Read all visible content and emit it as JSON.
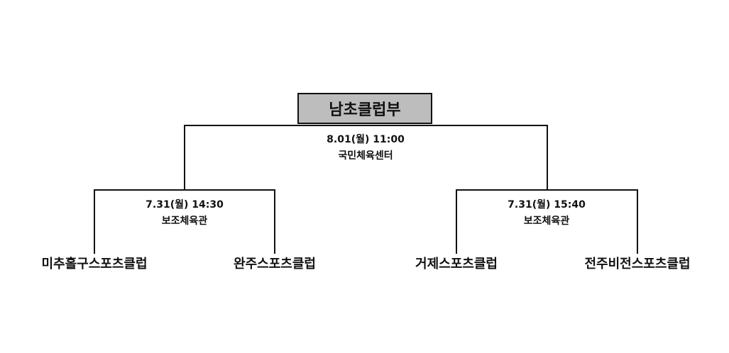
{
  "title": "남초클럽부",
  "final_match": {
    "datetime": "8.01(월) 11:00",
    "venue": "국민체육센터"
  },
  "semi_left": {
    "datetime": "7.31(월) 14:30",
    "venue": "보조체육관"
  },
  "semi_right": {
    "datetime": "7.31(월) 15:40",
    "venue": "보조체육관"
  },
  "teams": [
    "미추홀구스포츠클럽",
    "완주스포츠클럽",
    "거제스포츠클럽",
    "전주비전스포츠클럽"
  ]
}
